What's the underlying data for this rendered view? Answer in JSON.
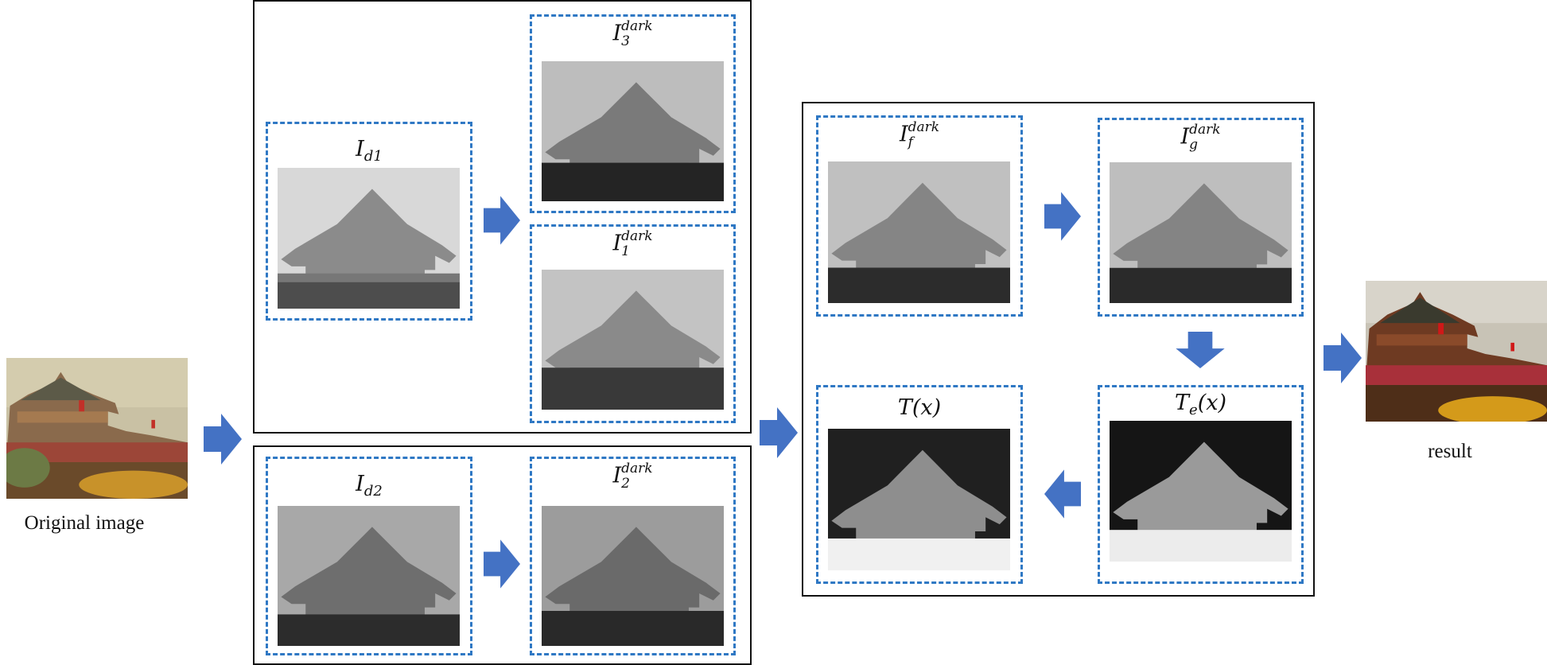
{
  "diagram": {
    "input_caption": "Original image",
    "output_caption": "result",
    "panels": {
      "id1": {
        "base": "I",
        "sub": "d1"
      },
      "i3dark": {
        "base": "I",
        "sup": "dark",
        "sub": "3"
      },
      "i1dark": {
        "base": "I",
        "sup": "dark",
        "sub": "1"
      },
      "id2": {
        "base": "I",
        "sub": "d2"
      },
      "i2dark": {
        "base": "I",
        "sup": "dark",
        "sub": "2"
      },
      "ifdark": {
        "base": "I",
        "sup": "dark",
        "sub": "f"
      },
      "igdark": {
        "base": "I",
        "sup": "dark",
        "sub": "g"
      },
      "tx": {
        "text": "T(x)"
      },
      "tex": {
        "base": "T",
        "sub": "e",
        "rest": "(x)"
      }
    },
    "colors": {
      "panel_border": "#2f78c4",
      "arrow_fill": "#4472c4",
      "frame_border": "#111111"
    },
    "icons": [
      "right-arrow-icon",
      "down-arrow-icon",
      "left-arrow-icon"
    ]
  }
}
